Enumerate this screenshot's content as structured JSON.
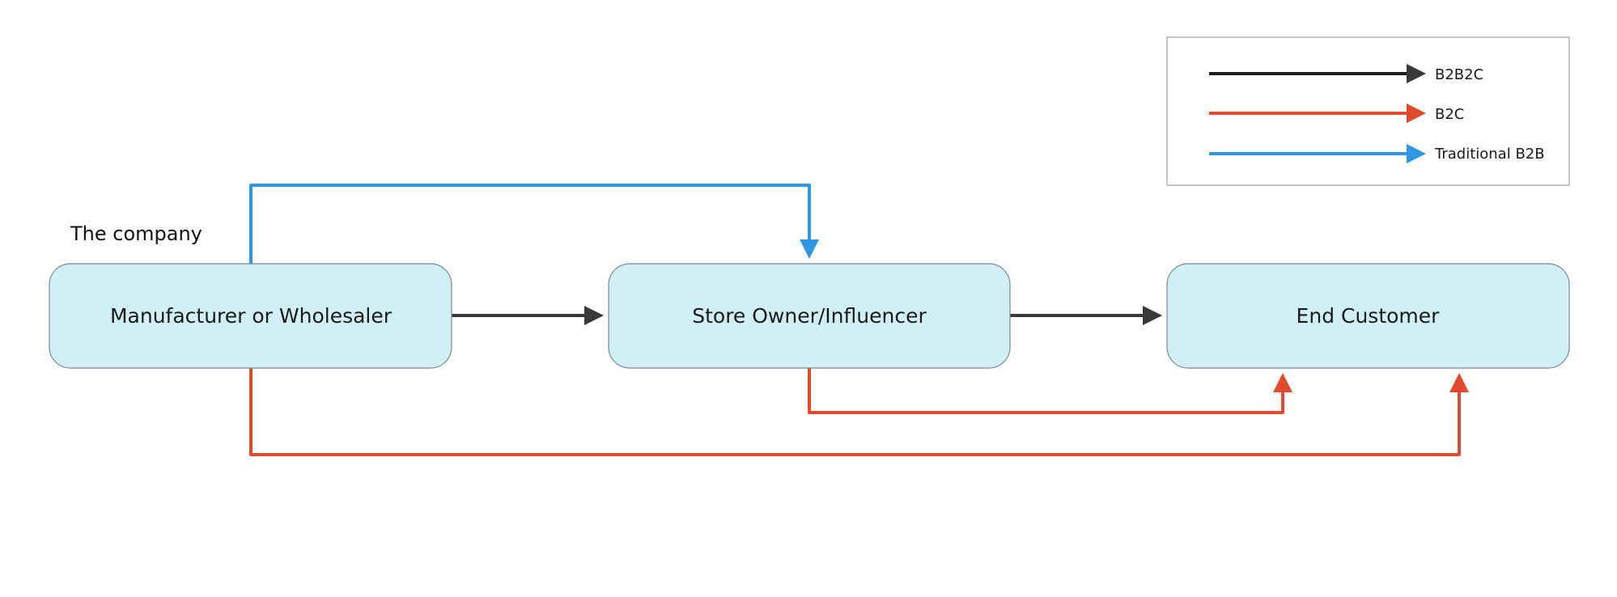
{
  "diagram": {
    "caption": "The company",
    "nodes": {
      "manufacturer": "Manufacturer or Wholesaler",
      "store": "Store Owner/Influencer",
      "customer": "End Customer"
    },
    "legend": [
      {
        "label": "B2B2C",
        "color": "#1f1f1f"
      },
      {
        "label": "B2C",
        "color": "#e04a2f"
      },
      {
        "label": "Traditional B2B",
        "color": "#2f97e4"
      }
    ],
    "colors": {
      "node_fill": "#d0eff7",
      "b2b2c": "#1f1f1f",
      "b2c": "#e04a2f",
      "traditional_b2b": "#2f97e4"
    }
  }
}
